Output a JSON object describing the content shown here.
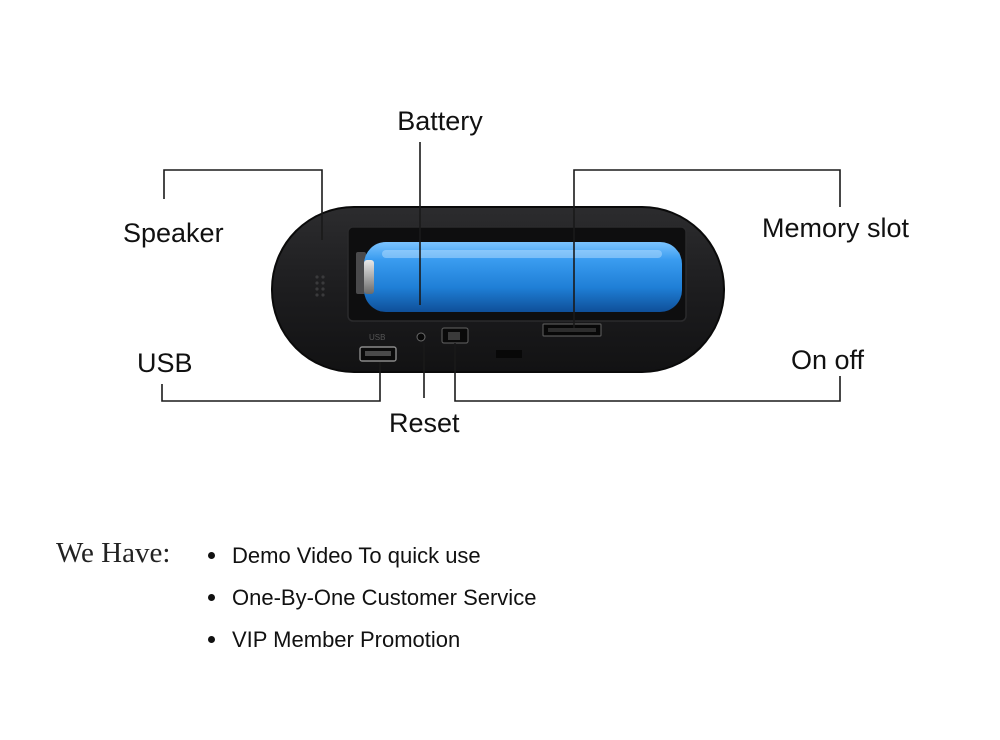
{
  "diagram": {
    "labels": {
      "battery": "Battery",
      "speaker": "Speaker",
      "memory_slot": "Memory slot",
      "usb": "USB",
      "on_off": "On off",
      "reset": "Reset"
    },
    "device_usb_marking": "USB",
    "colors": {
      "device_body": "#1c1c1e",
      "battery_blue": "#2e8fe0",
      "leader_line": "#1a1a1a"
    }
  },
  "features": {
    "heading": "We Have:",
    "items": [
      "Demo Video To quick use",
      "One-By-One Customer Service",
      "VIP Member Promotion"
    ]
  }
}
